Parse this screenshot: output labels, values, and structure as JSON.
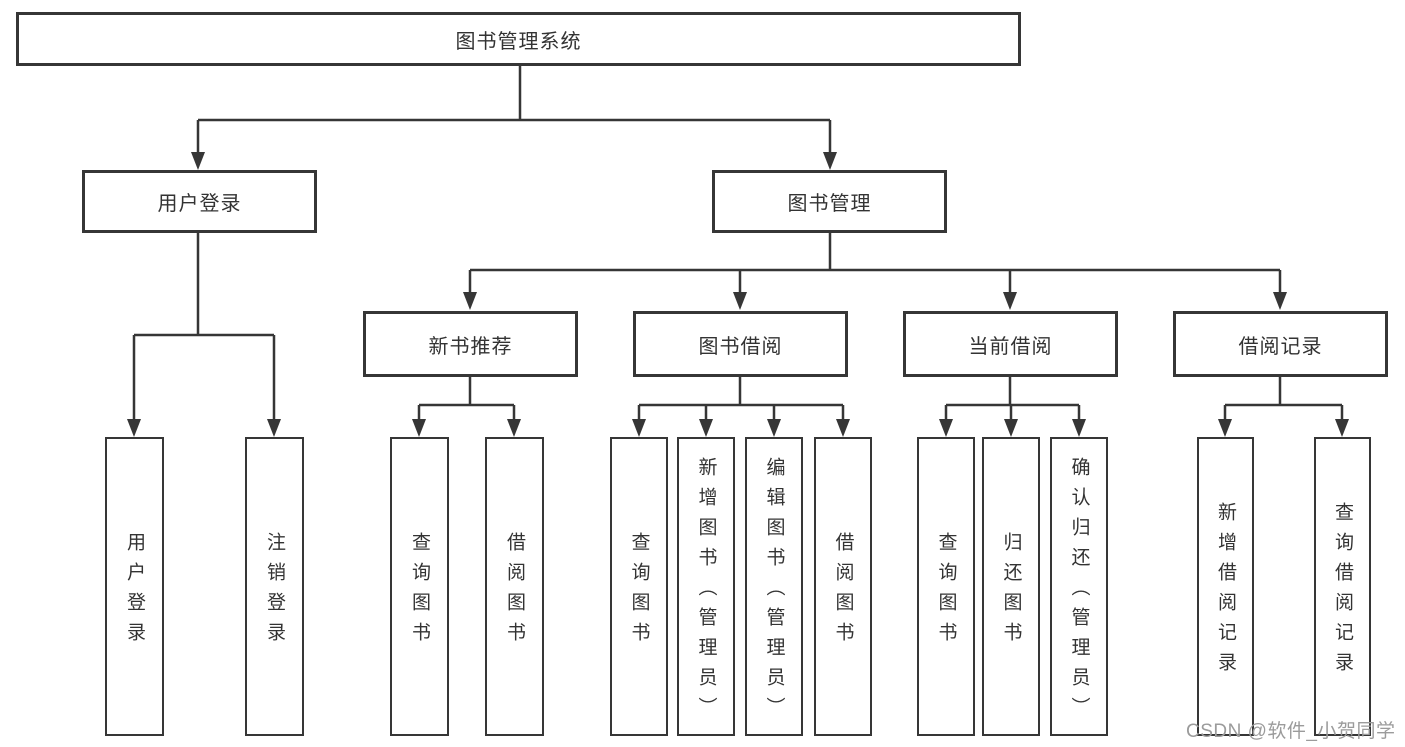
{
  "page": {
    "background": "#ffffff",
    "watermark": "CSDN @软件_小贺同学"
  },
  "colors": {
    "line": "#363636",
    "box_border": "#363636",
    "box_fill": "#ffffff",
    "text": "#333333",
    "watermark_text": "#9b9b9b"
  },
  "tree": {
    "label": "图书管理系统",
    "children": [
      {
        "label": "用户登录",
        "children": [
          {
            "label": "用户登录"
          },
          {
            "label": "注销登录"
          }
        ]
      },
      {
        "label": "图书管理",
        "children": [
          {
            "label": "新书推荐",
            "children": [
              {
                "label": "查询图书"
              },
              {
                "label": "借阅图书"
              }
            ]
          },
          {
            "label": "图书借阅",
            "children": [
              {
                "label": "查询图书"
              },
              {
                "label": "新增图书（管理员）"
              },
              {
                "label": "编辑图书（管理员）"
              },
              {
                "label": "借阅图书"
              }
            ]
          },
          {
            "label": "当前借阅",
            "children": [
              {
                "label": "查询图书"
              },
              {
                "label": "归还图书"
              },
              {
                "label": "确认归还（管理员）"
              }
            ]
          },
          {
            "label": "借阅记录",
            "children": [
              {
                "label": "新增借阅记录"
              },
              {
                "label": "查询借阅记录"
              }
            ]
          }
        ]
      }
    ]
  }
}
